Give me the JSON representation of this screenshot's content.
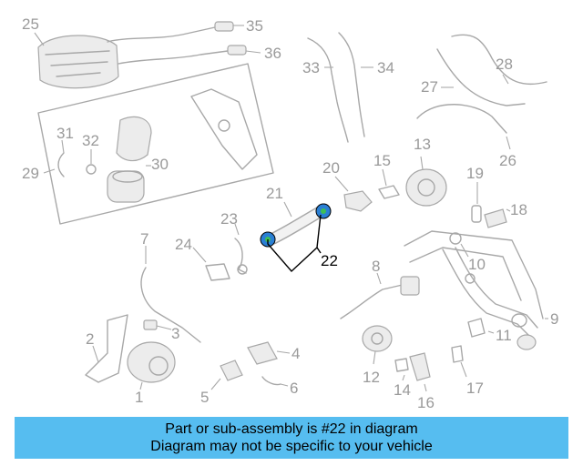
{
  "callouts": {
    "c1": "1",
    "c2": "2",
    "c3": "3",
    "c4": "4",
    "c5": "5",
    "c6": "6",
    "c7": "7",
    "c8": "8",
    "c9": "9",
    "c10": "10",
    "c11": "11",
    "c12": "12",
    "c13": "13",
    "c14": "14",
    "c15": "15",
    "c16": "16",
    "c17": "17",
    "c18": "18",
    "c19": "19",
    "c20": "20",
    "c21": "21",
    "c22": "22",
    "c23": "23",
    "c24": "24",
    "c25": "25",
    "c26": "26",
    "c27": "27",
    "c28": "28",
    "c29": "29",
    "c30": "30",
    "c31": "31",
    "c32": "32",
    "c33": "33",
    "c34": "34",
    "c35": "35",
    "c36": "36"
  },
  "highlighted_part": "22",
  "colors": {
    "banner": "#56bdf0",
    "highlight_part": "#2a7fd4",
    "highlight_accent": "#3dbf55"
  },
  "banner": {
    "line1": "Part or sub-assembly is #22 in diagram",
    "line2": "Diagram may not be specific to your vehicle"
  }
}
